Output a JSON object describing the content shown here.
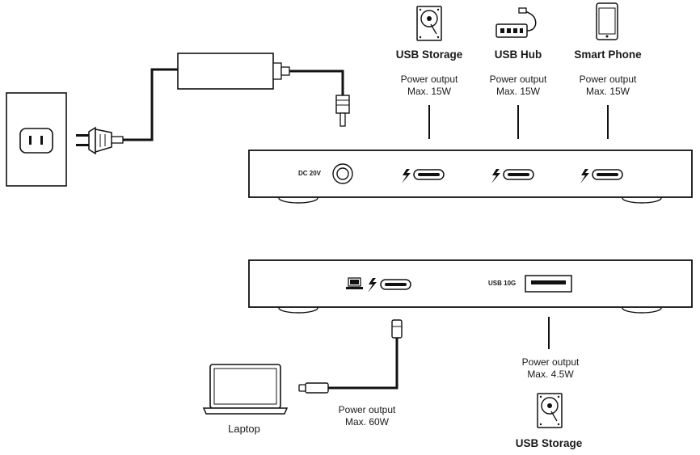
{
  "devices_top": [
    {
      "name": "USB Storage",
      "power_label": "Power output",
      "power_value": "Max. 15W",
      "icon": "hard-drive-icon"
    },
    {
      "name": "USB Hub",
      "power_label": "Power output",
      "power_value": "Max. 15W",
      "icon": "usb-hub-icon"
    },
    {
      "name": "Smart Phone",
      "power_label": "Power output",
      "power_value": "Max. 15W",
      "icon": "smartphone-icon"
    }
  ],
  "rear_panel": {
    "dc_label": "DC 20V"
  },
  "front_panel": {
    "usb_label": "USB 10G"
  },
  "laptop": {
    "name": "Laptop",
    "power_label": "Power output",
    "power_value": "Max. 60W"
  },
  "bottom_storage": {
    "name": "USB Storage",
    "power_label": "Power output",
    "power_value": "Max. 4.5W"
  }
}
